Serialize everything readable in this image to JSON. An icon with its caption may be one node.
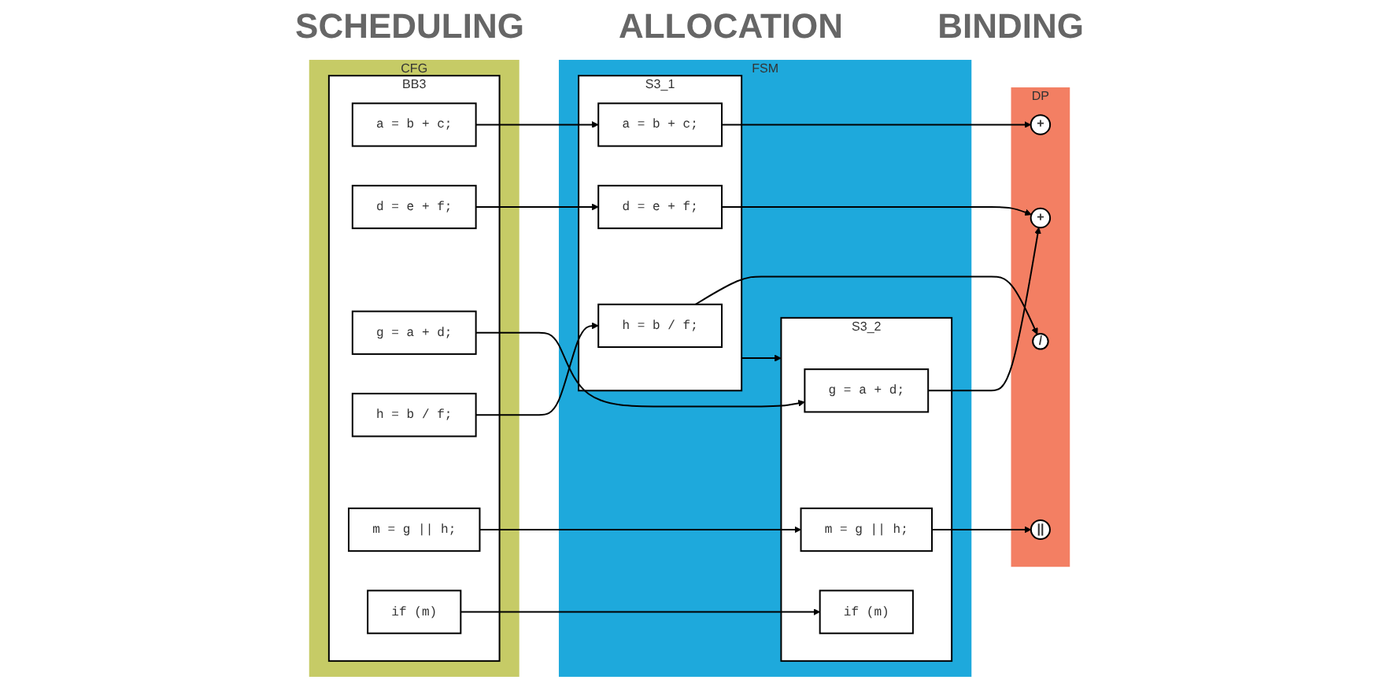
{
  "diagram": {
    "nodes": [
      {
        "text": [
          "CFG"
        ]
      },
      {
        "text": [
          "BB3"
        ],
        "in": 0
      },
      {
        "text": [
          "a = b + c;"
        ],
        "in": 1
      },
      {
        "text": [
          "d = e + f;"
        ],
        "in": 1
      },
      {
        "text": [
          "g = a + d;"
        ],
        "in": 1
      },
      {
        "text": [
          "h = b / f;"
        ],
        "in": 1
      },
      {
        "text": [
          "m = g || h;"
        ],
        "in": 1
      },
      {
        "text": [
          "if (m)"
        ],
        "in": 1
      },
      {
        "text": [
          "FSM"
        ]
      },
      {
        "text": [
          "S3_1"
        ],
        "in": 8
      },
      {
        "text": [
          "h = b / f;"
        ],
        "in": 9
      },
      {
        "text": [
          "a = b + c;"
        ],
        "in": 9
      },
      {
        "text": [
          "d = e + f;"
        ],
        "in": 9
      },
      {
        "text": [
          "S3_2"
        ],
        "in": 8
      },
      {
        "text": [
          "g = a + d;"
        ],
        "in": 13
      },
      {
        "text": [
          "m = g || h;"
        ],
        "in": 13
      },
      {
        "text": [
          "if (m)"
        ],
        "in": 13
      },
      {
        "text": [
          "DP"
        ]
      },
      {
        "text": [
          "+"
        ],
        "in": 17
      },
      {
        "text": [
          "+"
        ],
        "in": 17
      },
      {
        "text": [
          "/"
        ],
        "in": 17
      },
      {
        "text": [
          "||"
        ],
        "in": 17
      }
    ],
    "edges": [
      {
        "from": 2,
        "to": 11,
        "arrow": "to"
      },
      {
        "from": 3,
        "to": 12,
        "arrow": "to"
      },
      {
        "from": 4,
        "to": 14,
        "arrow": "to"
      },
      {
        "from": 5,
        "to": 10,
        "arrow": "to"
      },
      {
        "from": 6,
        "to": 15,
        "arrow": "to"
      },
      {
        "from": 7,
        "to": 16,
        "arrow": "to"
      },
      {
        "from": 9,
        "to": 13,
        "arrow": "to"
      },
      {
        "from": 10,
        "to": 20,
        "arrow": "to"
      },
      {
        "from": 11,
        "to": 18,
        "arrow": "to"
      },
      {
        "from": 12,
        "to": 19,
        "arrow": "to"
      },
      {
        "from": 14,
        "to": 19,
        "arrow": "to"
      },
      {
        "from": 15,
        "to": 21,
        "arrow": "to"
      }
    ],
    "labels": [
      "SCHEDULING",
      "ALLOCATION",
      "BINDING"
    ]
  }
}
